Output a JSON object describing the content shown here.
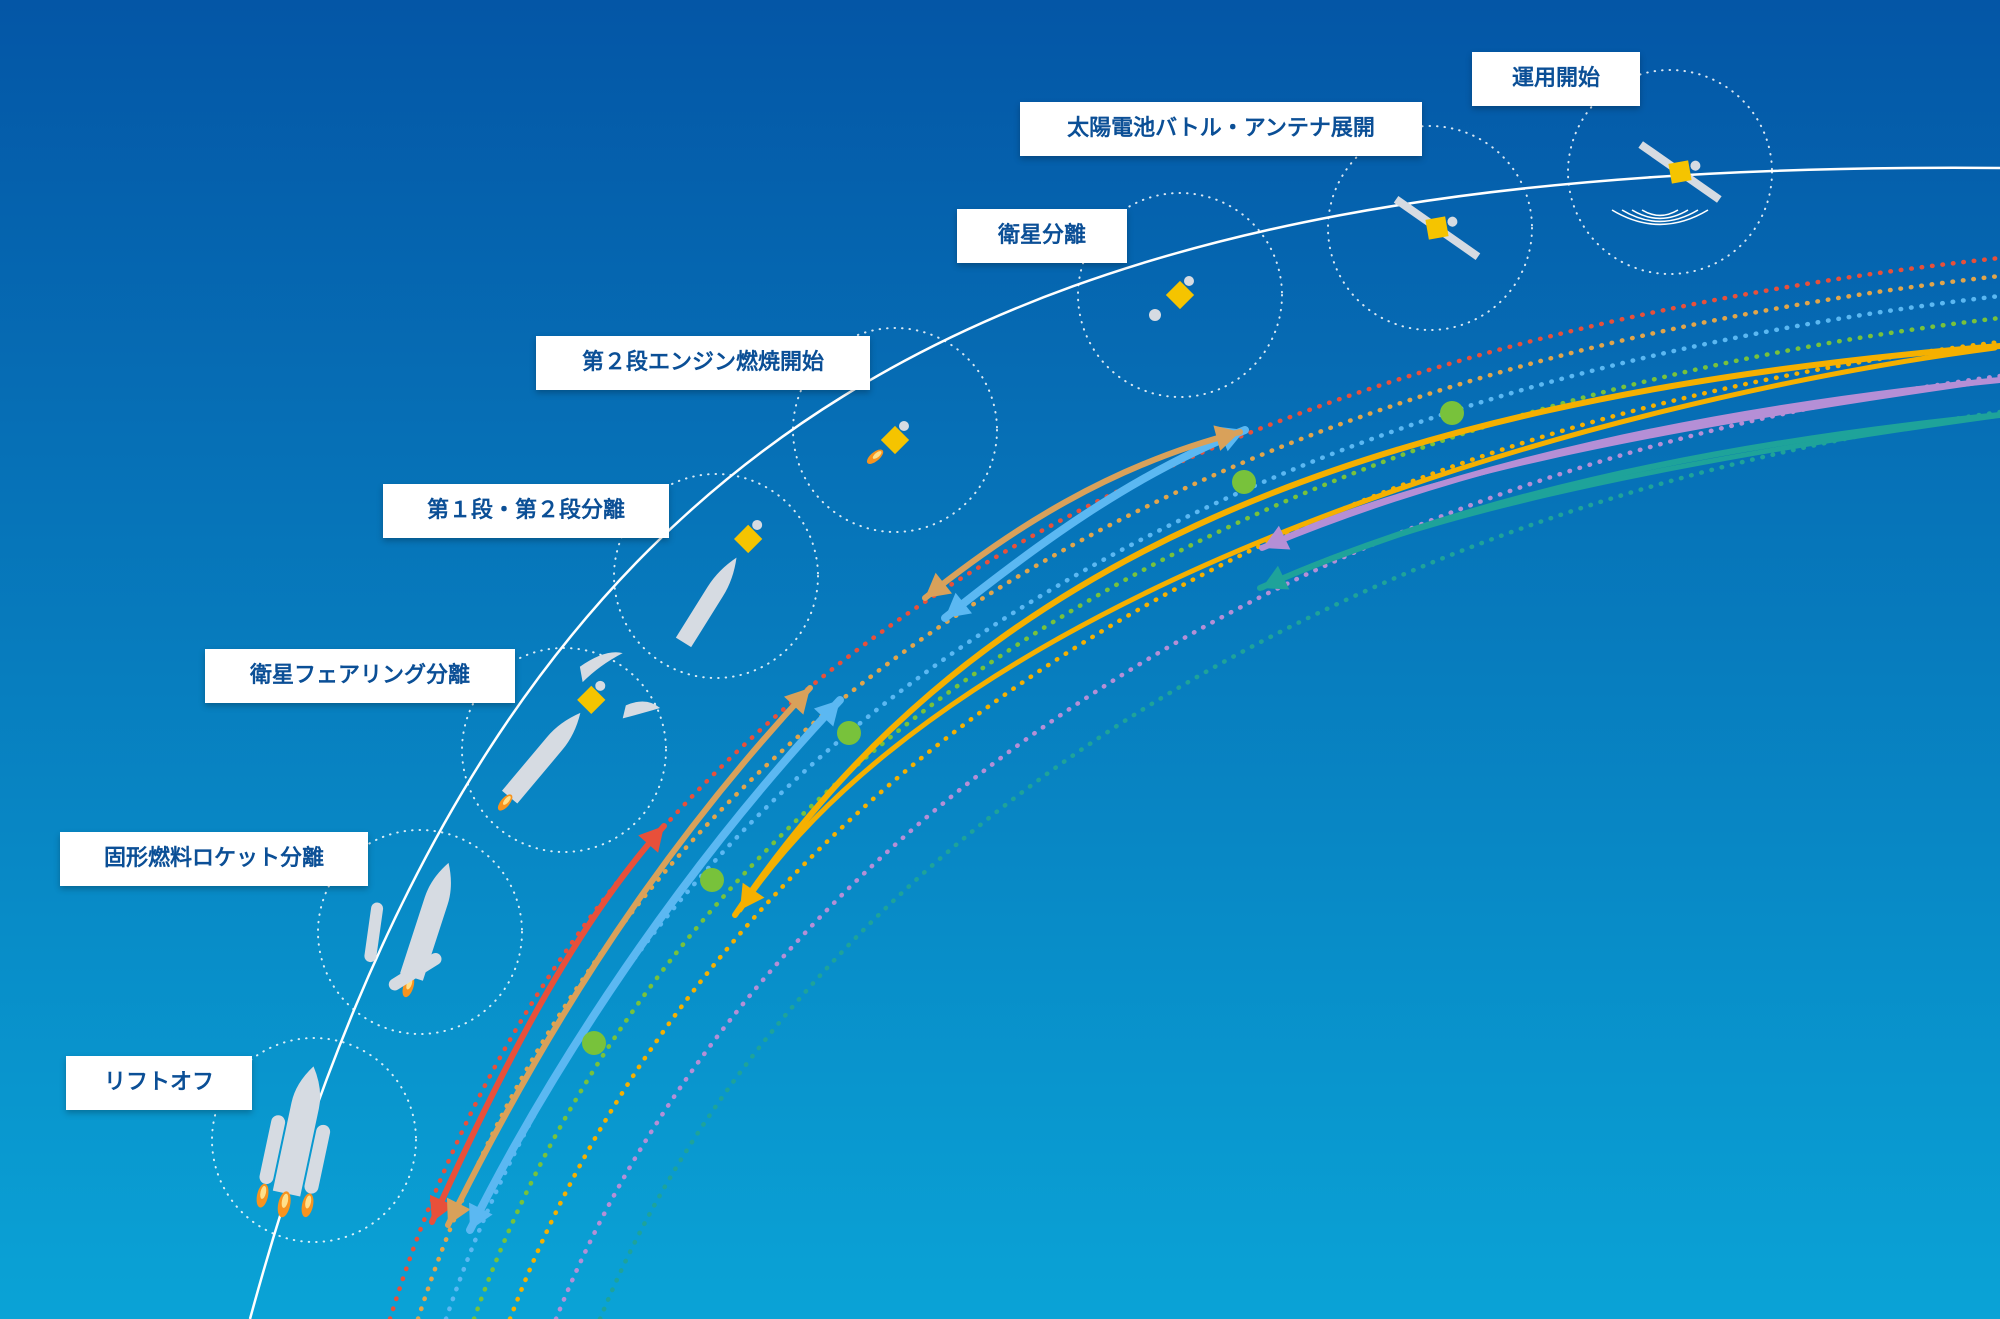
{
  "diagram": {
    "colors": {
      "background_top": "#0456a6",
      "background_bottom": "#0aa3d6",
      "label_text": "#0b4f96",
      "label_bg": "#ffffff",
      "trajectory": "#ffffff",
      "satellite_body": "#f5c400",
      "rocket_body": "#d6dbe2",
      "flame": "#f7931e",
      "node_green": "#78c23b"
    },
    "phases": [
      {
        "label": "リフトオフ",
        "icon": "rocket-liftoff-icon"
      },
      {
        "label": "固形燃料ロケット分離",
        "icon": "rocket-booster-separation-icon"
      },
      {
        "label": "衛星フェアリング分離",
        "icon": "rocket-fairing-separation-icon"
      },
      {
        "label": "第１段・第２段分離",
        "icon": "rocket-stage-separation-icon"
      },
      {
        "label": "第２段エンジン燃焼開始",
        "icon": "second-stage-ignition-icon"
      },
      {
        "label": "衛星分離",
        "icon": "satellite-separation-icon"
      },
      {
        "label": "太陽電池バトル・アンテナ展開",
        "icon": "satellite-deploy-icon"
      },
      {
        "label": "運用開始",
        "icon": "satellite-operation-icon"
      }
    ],
    "bands": [
      {
        "color": "#e8503a",
        "style": "dotted"
      },
      {
        "color": "#e2a54a",
        "style": "dotted"
      },
      {
        "color": "#5bb8f2",
        "style": "dotted"
      },
      {
        "color": "#78c23b",
        "style": "dotted"
      },
      {
        "color": "#f5b000",
        "style": "solid-then-dotted"
      },
      {
        "color": "#b58fd6",
        "style": "solid-then-dotted"
      },
      {
        "color": "#1ea39a",
        "style": "solid-then-dotted"
      }
    ],
    "arrows": [
      {
        "color": "#e8503a",
        "direction": "both"
      },
      {
        "color": "#d9a15a",
        "direction": "both"
      },
      {
        "color": "#5bb8f2",
        "direction": "both"
      },
      {
        "color": "#5bb8f2",
        "direction": "both"
      },
      {
        "color": "#d9a15a",
        "direction": "both"
      },
      {
        "color": "#f5b000",
        "direction": "inward"
      },
      {
        "color": "#b58fd6",
        "direction": "inward"
      },
      {
        "color": "#1ea39a",
        "direction": "inward"
      }
    ]
  }
}
